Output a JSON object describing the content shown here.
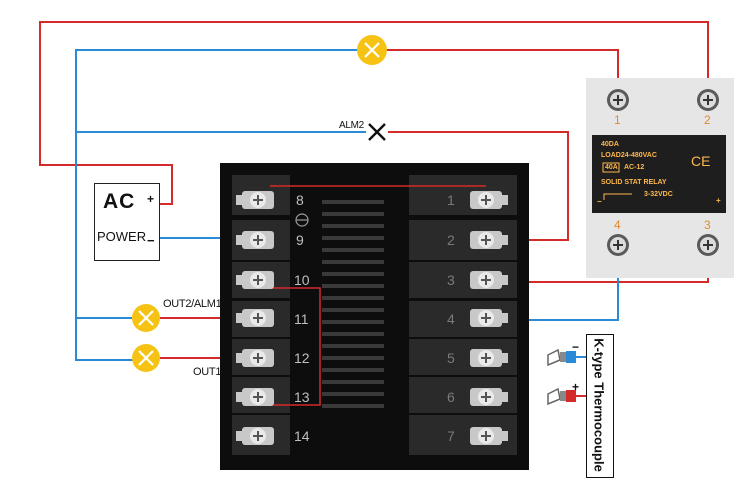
{
  "power": {
    "title": "AC",
    "subtitle": "POWER",
    "plus": "+",
    "minus": "−"
  },
  "labels": {
    "alm2": "ALM2",
    "out2_alm1": "OUT2/ALM1",
    "out1": "OUT1",
    "thermocouple": "K-type Thermocouple",
    "tc_minus": "−",
    "tc_plus": "+"
  },
  "controller": {
    "left_terminals": [
      "8",
      "9",
      "10",
      "11",
      "12",
      "13",
      "14"
    ],
    "right_terminals": [
      "1",
      "2",
      "3",
      "4",
      "5",
      "6",
      "7"
    ]
  },
  "relay": {
    "line1": "40DA",
    "line2": "LOAD24-480VAC",
    "badge": "40A",
    "model": "AC-12",
    "line3": "SOLID STAT RELAY",
    "ce": "CE",
    "dc": "3-32VDC",
    "dc_minus": "−",
    "dc_plus": "+",
    "terminals": {
      "t1": "1",
      "t2": "2",
      "t3": "3",
      "t4": "4"
    }
  },
  "colors": {
    "red_wire": "#d42a2a",
    "blue_wire": "#2a8ad8",
    "lamp": "#f6c315",
    "controller": "#0d0d0d",
    "relay_body": "#e6e6e6"
  }
}
